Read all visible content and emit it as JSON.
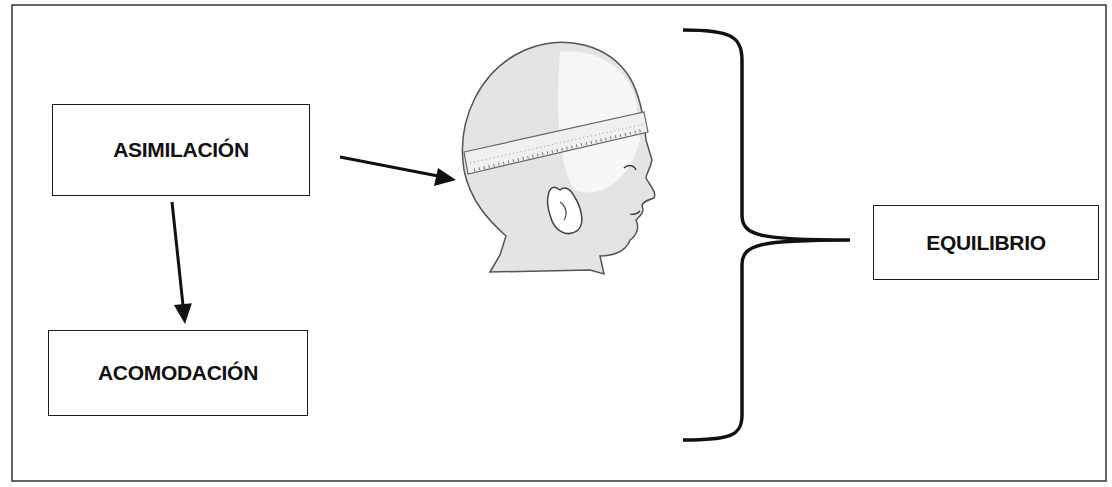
{
  "diagram": {
    "nodes": [
      {
        "text": [
          "ASIMILACIÓN"
        ]
      },
      {
        "text": [
          "ACOMODACIÓN"
        ]
      },
      {
        "text": [
          "EQUILIBRIO"
        ]
      }
    ],
    "edges": [
      {
        "from": 0,
        "to": 1,
        "arrow": "to"
      }
    ]
  }
}
